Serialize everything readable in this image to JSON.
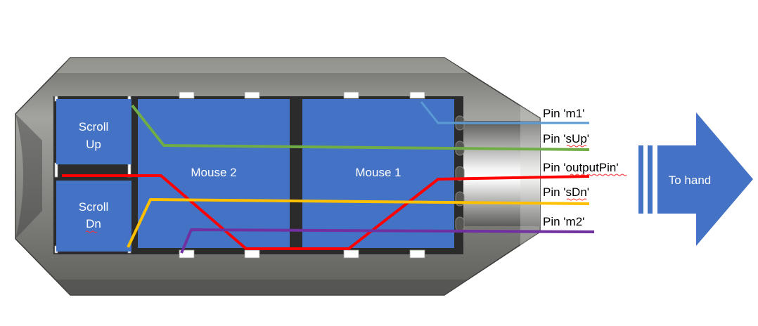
{
  "buttons": {
    "scroll_up": [
      "Scroll",
      "Up"
    ],
    "scroll_dn": [
      "Scroll",
      "Dn"
    ],
    "mouse2": "Mouse 2",
    "mouse1": "Mouse 1"
  },
  "pins": [
    {
      "id": "m1",
      "label": "Pin 'm1'",
      "color": "#5B9BD5"
    },
    {
      "id": "sUp",
      "label": "Pin 'sUp'",
      "color": "#70AD47"
    },
    {
      "id": "outputPin",
      "label": "Pin 'outputPin'",
      "color": "#FF0000"
    },
    {
      "id": "sDn",
      "label": "Pin 'sDn'",
      "color": "#FFC000"
    },
    {
      "id": "m2",
      "label": "Pin 'm2'",
      "color": "#7030A0"
    }
  ],
  "arrow": {
    "label": "To hand"
  },
  "colors": {
    "button_fill": "#4472C4",
    "arrow_fill": "#4472C4",
    "housing": "#8a8a85",
    "housing_dark": "#4d4d4b",
    "tray": "#2b2b2b"
  }
}
